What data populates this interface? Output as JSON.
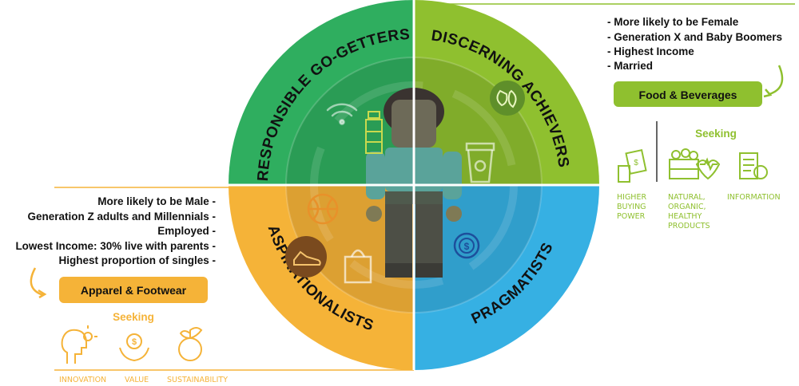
{
  "quadrants": {
    "top_left": {
      "label": "RESPONSIBLE GO-GETTERS",
      "color": "#2fae5f"
    },
    "top_right": {
      "label": "DISCERNING ACHIEVERS",
      "color": "#8fc02f"
    },
    "bottom_left": {
      "label": "ASPIRATIONALISTS",
      "color": "#f5b338"
    },
    "bottom_right": {
      "label": "PRAGMATISTS",
      "color": "#36b0e3"
    }
  },
  "right_panel": {
    "traits": [
      "- More likely to be Female",
      "- Generation X and Baby Boomers",
      "- Highest Income",
      "- Married"
    ],
    "category": "Food & Beverages",
    "seeking_label": "Seeking",
    "seeking_items": [
      {
        "icon": "buying-power-icon",
        "lines": [
          "HIGHER",
          "BUYING",
          "POWER"
        ]
      },
      {
        "icon": "organic-products-icon",
        "lines": [
          "NATURAL,",
          "ORGANIC,",
          "HEALTHY",
          "PRODUCTS"
        ]
      },
      {
        "icon": "information-icon",
        "lines": [
          "INFORMATION"
        ]
      }
    ]
  },
  "left_panel": {
    "traits": [
      "More likely to be Male -",
      "Generation Z adults and Millennials -",
      "Employed -",
      "Lowest Income: 30% live with parents -",
      "Highest proportion of singles -"
    ],
    "category": "Apparel & Footwear",
    "seeking_label": "Seeking",
    "seeking_items": [
      {
        "icon": "innovation-icon",
        "lines": [
          "INNOVATION"
        ]
      },
      {
        "icon": "value-icon",
        "lines": [
          "VALUE"
        ]
      },
      {
        "icon": "sustainability-icon",
        "lines": [
          "SUSTAINABILITY"
        ]
      }
    ]
  },
  "colors": {
    "green_dark": "#2fae5f",
    "green_light": "#8fc02f",
    "orange": "#f5b338",
    "blue": "#36b0e3",
    "line_green": "#8fc02f",
    "line_orange": "#f5b338"
  }
}
